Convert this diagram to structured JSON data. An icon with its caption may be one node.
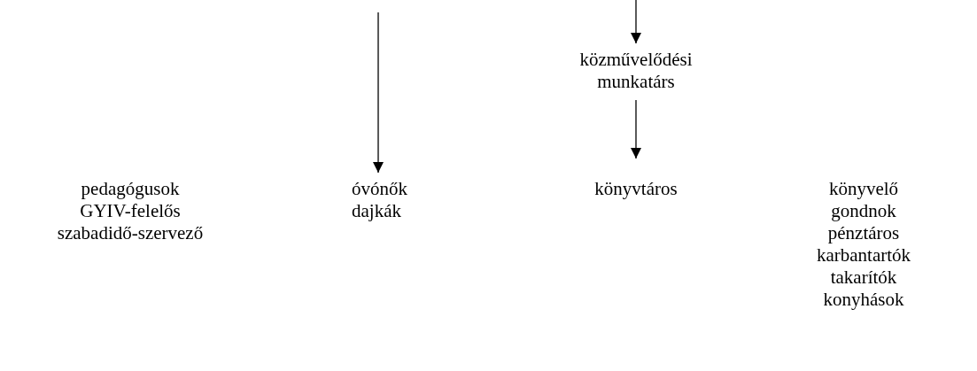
{
  "diagram": {
    "nodes": [
      {
        "text": [
          "közművelődési munkatárs"
        ]
      },
      {
        "text": [
          "pedagógusok",
          "GYIV-felelős",
          "szabadidő-szervező"
        ]
      },
      {
        "text": [
          "óvónők",
          "dajkák"
        ]
      },
      {
        "text": [
          "könyvtáros"
        ]
      },
      {
        "text": [
          "könyvelő",
          "gondnok",
          "pénztáros",
          "karbantartók",
          "takarítók",
          "konyhások"
        ]
      }
    ],
    "edges": [
      {
        "from": null,
        "to": 2,
        "arrow": "to"
      },
      {
        "from": null,
        "to": 0,
        "arrow": "to"
      },
      {
        "from": 0,
        "to": 3,
        "arrow": "to"
      }
    ]
  }
}
